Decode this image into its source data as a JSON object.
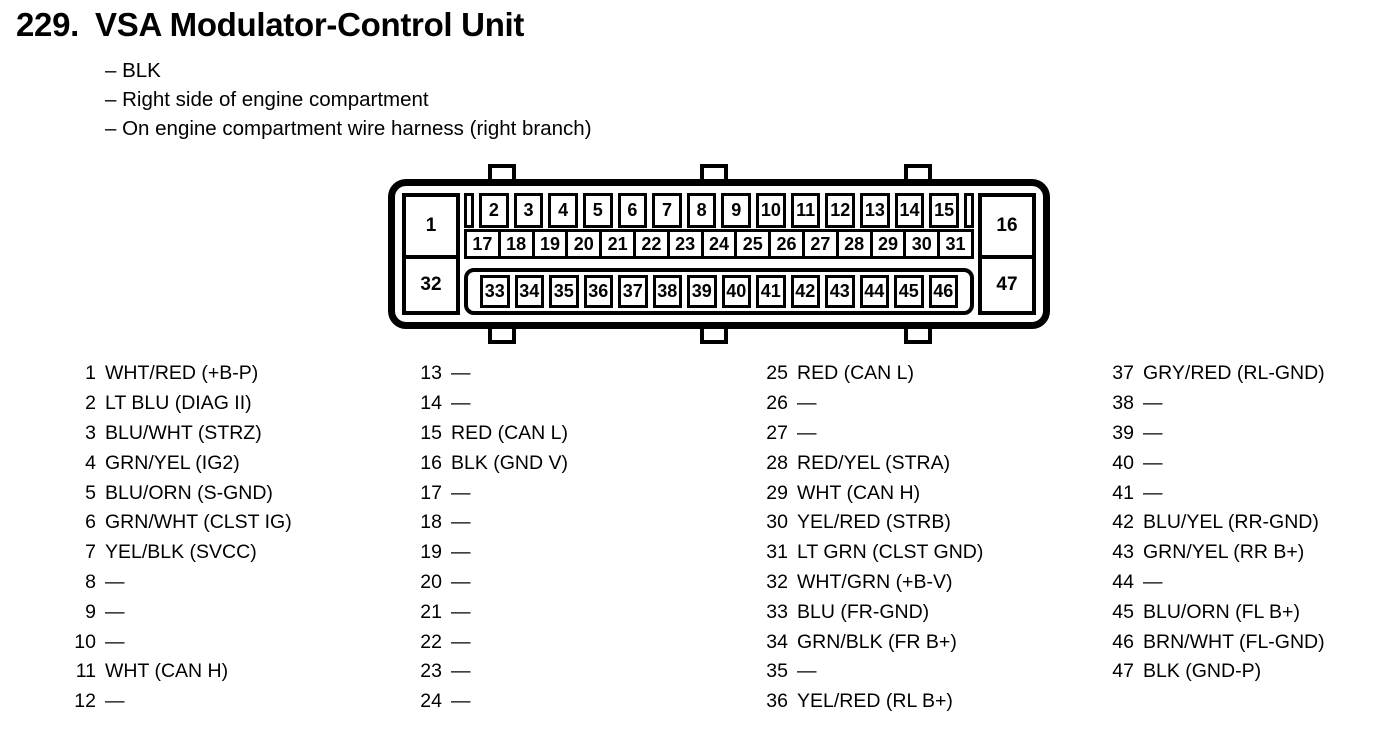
{
  "header": {
    "number": "229.",
    "title": "VSA Modulator-Control Unit",
    "notes": [
      "– BLK",
      "– Right side of engine compartment",
      "– On engine compartment wire harness (right branch)"
    ]
  },
  "connector": {
    "pin_top_left": "1",
    "pin_top_right": "16",
    "pin_bottom_left": "32",
    "pin_bottom_right": "47",
    "row_top": [
      "2",
      "3",
      "4",
      "5",
      "6",
      "7",
      "8",
      "9",
      "10",
      "11",
      "12",
      "13",
      "14",
      "15"
    ],
    "row_middle": [
      "17",
      "18",
      "19",
      "20",
      "21",
      "22",
      "23",
      "24",
      "25",
      "26",
      "27",
      "28",
      "29",
      "30",
      "31"
    ],
    "row_bottom": [
      "33",
      "34",
      "35",
      "36",
      "37",
      "38",
      "39",
      "40",
      "41",
      "42",
      "43",
      "44",
      "45",
      "46"
    ]
  },
  "pinout": {
    "columns": [
      {
        "entries": [
          {
            "pin": "1",
            "label": "WHT/RED (+B-P)"
          },
          {
            "pin": "2",
            "label": "LT BLU (DIAG II)"
          },
          {
            "pin": "3",
            "label": "BLU/WHT (STRZ)"
          },
          {
            "pin": "4",
            "label": "GRN/YEL (IG2)"
          },
          {
            "pin": "5",
            "label": "BLU/ORN (S-GND)"
          },
          {
            "pin": "6",
            "label": "GRN/WHT (CLST IG)"
          },
          {
            "pin": "7",
            "label": "YEL/BLK (SVCC)"
          },
          {
            "pin": "8",
            "label": "—"
          },
          {
            "pin": "9",
            "label": "—"
          },
          {
            "pin": "10",
            "label": "—"
          },
          {
            "pin": "11",
            "label": "WHT (CAN H)"
          },
          {
            "pin": "12",
            "label": "—"
          }
        ]
      },
      {
        "entries": [
          {
            "pin": "13",
            "label": "—"
          },
          {
            "pin": "14",
            "label": "—"
          },
          {
            "pin": "15",
            "label": "RED (CAN L)"
          },
          {
            "pin": "16",
            "label": "BLK (GND V)"
          },
          {
            "pin": "17",
            "label": "—"
          },
          {
            "pin": "18",
            "label": "—"
          },
          {
            "pin": "19",
            "label": "—"
          },
          {
            "pin": "20",
            "label": "—"
          },
          {
            "pin": "21",
            "label": "—"
          },
          {
            "pin": "22",
            "label": "—"
          },
          {
            "pin": "23",
            "label": "—"
          },
          {
            "pin": "24",
            "label": "—"
          }
        ]
      },
      {
        "entries": [
          {
            "pin": "25",
            "label": "RED (CAN L)"
          },
          {
            "pin": "26",
            "label": "—"
          },
          {
            "pin": "27",
            "label": "—"
          },
          {
            "pin": "28",
            "label": "RED/YEL (STRA)"
          },
          {
            "pin": "29",
            "label": "WHT (CAN H)"
          },
          {
            "pin": "30",
            "label": "YEL/RED (STRB)"
          },
          {
            "pin": "31",
            "label": "LT GRN (CLST GND)"
          },
          {
            "pin": "32",
            "label": "WHT/GRN (+B-V)"
          },
          {
            "pin": "33",
            "label": "BLU (FR-GND)"
          },
          {
            "pin": "34",
            "label": "GRN/BLK (FR B+)"
          },
          {
            "pin": "35",
            "label": "—"
          },
          {
            "pin": "36",
            "label": "YEL/RED (RL B+)"
          }
        ]
      },
      {
        "entries": [
          {
            "pin": "37",
            "label": "GRY/RED (RL-GND)"
          },
          {
            "pin": "38",
            "label": "—"
          },
          {
            "pin": "39",
            "label": "—"
          },
          {
            "pin": "40",
            "label": "—"
          },
          {
            "pin": "41",
            "label": "—"
          },
          {
            "pin": "42",
            "label": "BLU/YEL (RR-GND)"
          },
          {
            "pin": "43",
            "label": "GRN/YEL (RR B+)"
          },
          {
            "pin": "44",
            "label": "—"
          },
          {
            "pin": "45",
            "label": "BLU/ORN (FL B+)"
          },
          {
            "pin": "46",
            "label": "BRN/WHT (FL-GND)"
          },
          {
            "pin": "47",
            "label": "BLK (GND-P)"
          }
        ]
      }
    ]
  }
}
